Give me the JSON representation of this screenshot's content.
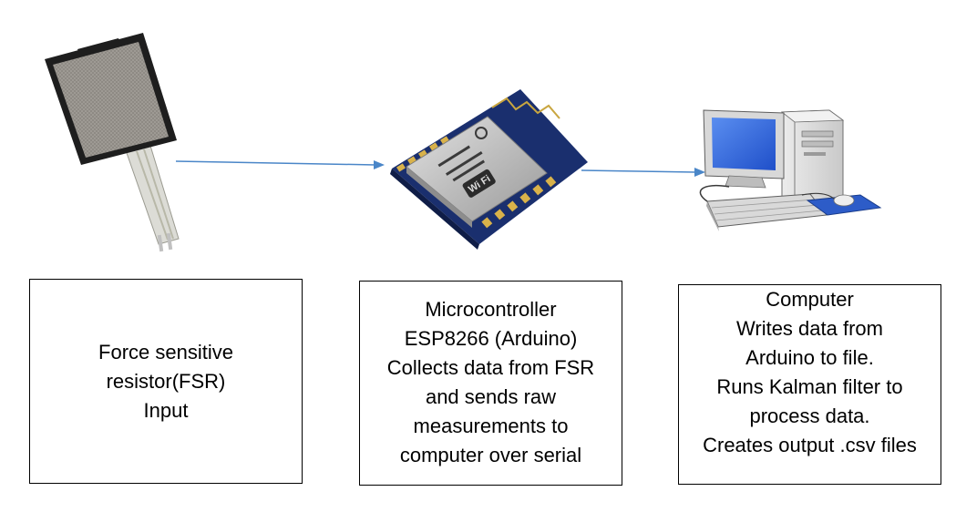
{
  "boxes": {
    "fsr": {
      "lines": [
        "Force sensitive",
        "resistor(FSR)",
        "Input"
      ]
    },
    "mcu": {
      "lines": [
        "Microcontroller",
        "ESP8266 (Arduino)",
        "Collects data from FSR",
        "and sends raw",
        "measurements to",
        "computer over serial"
      ]
    },
    "pc": {
      "lines": [
        "Computer",
        "Writes data from",
        "Arduino to file.",
        "Runs Kalman filter to",
        "process data.",
        "Creates output .csv files"
      ]
    }
  },
  "chip_labels": {
    "wifi": "Wi Fi"
  },
  "colors": {
    "arrow": "#4a86c8",
    "box_border": "#000000"
  },
  "icons": [
    "fsr-sensor-icon",
    "esp8266-module-icon",
    "desktop-computer-icon"
  ]
}
